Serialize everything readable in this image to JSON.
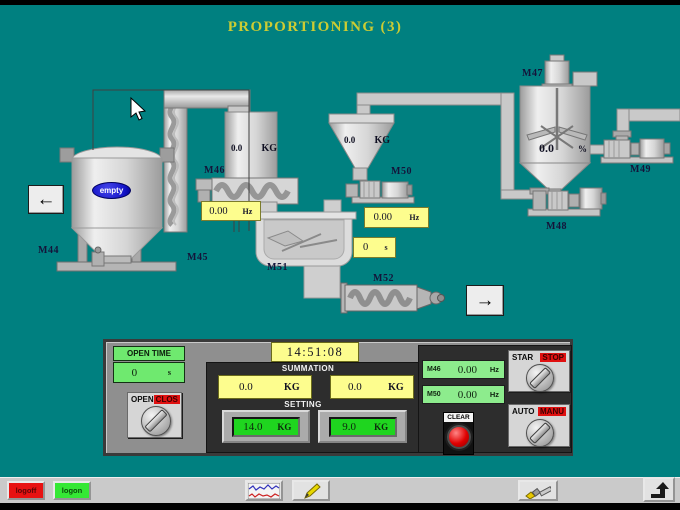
{
  "title": "PROPORTIONING (3)",
  "colors": {
    "background": "#008080",
    "title_text": "#cccc33",
    "display_yellow": "#fdfd8e",
    "display_green": "#1fd51f",
    "display_green_light": "#8dec8d",
    "alarm_red": "#e01010"
  },
  "icons": {
    "nav_prev": "←",
    "nav_next": "→",
    "trend": "trend-chart",
    "pen": "pen",
    "brush": "brush",
    "exit": "up-arrow"
  },
  "equipment": {
    "m44": {
      "label": "M44",
      "status": "empty"
    },
    "m45": {
      "label": "M45"
    },
    "m46": {
      "label": "M46",
      "weight": "0.0",
      "weight_unit": "KG",
      "freq": "0.00",
      "freq_unit": "Hz"
    },
    "m47": {
      "label": "M47",
      "level": "0.0",
      "level_unit": "%"
    },
    "m48": {
      "label": "M48"
    },
    "m49": {
      "label": "M49"
    },
    "m50": {
      "label": "M50",
      "weight": "0.0",
      "weight_unit": "KG",
      "freq": "0.00",
      "freq_unit": "Hz"
    },
    "m51": {
      "label": "M51"
    },
    "m52": {
      "label": "M52"
    },
    "mix_timer": {
      "value": "0",
      "unit": "s"
    }
  },
  "panel": {
    "clock": "14:51:08",
    "open_time": {
      "label": "OPEN TIME",
      "value": "0",
      "unit": "s"
    },
    "summation": {
      "label": "SUMMATION",
      "d1": {
        "value": "0.0",
        "unit": "KG"
      },
      "d2": {
        "value": "0.0",
        "unit": "KG"
      }
    },
    "setting": {
      "label": "SETTING",
      "d1": {
        "value": "14.0",
        "unit": "KG"
      },
      "d2": {
        "value": "9.0",
        "unit": "KG"
      }
    },
    "freq1": {
      "label": "M46",
      "value": "0.00",
      "unit": "Hz"
    },
    "freq2": {
      "label": "M50",
      "value": "0.00",
      "unit": "Hz"
    },
    "clear_label": "CLEAR",
    "switch_open": {
      "on": "OPEN",
      "off": "CLOS"
    },
    "switch_start": {
      "on": "STAR",
      "off": "STOP"
    },
    "switch_auto": {
      "on": "AUTO",
      "off": "MANU"
    }
  },
  "taskbar": {
    "logoff": "logoff",
    "logon": "logon"
  }
}
